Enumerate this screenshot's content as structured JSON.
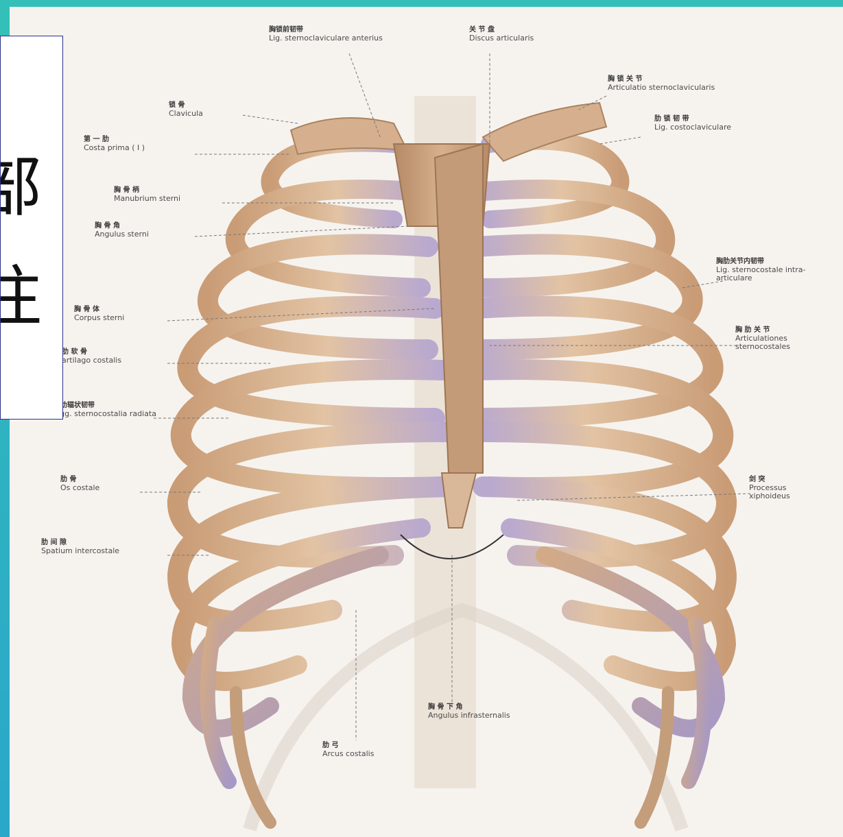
{
  "title_box": {
    "line1": "部",
    "line2": "注"
  },
  "labels_left": [
    {
      "zh": "锁 骨",
      "la": "Clavicula"
    },
    {
      "zh": "第 一 肋",
      "la": "Costa prima ( I )"
    },
    {
      "zh": "胸 骨 柄",
      "la": "Manubrium sterni"
    },
    {
      "zh": "胸 骨 角",
      "la": "Angulus sterni"
    },
    {
      "zh": "胸 骨 体",
      "la": "Corpus sterni"
    },
    {
      "zh": "肋 软 骨",
      "la": "artilago costalis"
    },
    {
      "zh": "胸肋辐状韧带",
      "la": "Ligg. sternocostalia radiata"
    },
    {
      "zh": "肋 骨",
      "la": "Os costale"
    },
    {
      "zh": "肋 间 隙",
      "la": "Spatium intercostale"
    }
  ],
  "labels_top": [
    {
      "zh": "胸锁前韧带",
      "la": "Lig. sternoclaviculare anterius"
    },
    {
      "zh": "关 节 盘",
      "la": "Discus articularis"
    }
  ],
  "labels_right": [
    {
      "zh": "胸 锁 关 节",
      "la": "Articulatio sternoclavicularis"
    },
    {
      "zh": "肋 锁 韧 带",
      "la": "Lig. costoclaviculare"
    },
    {
      "zh": "胸肋关节内韧带",
      "la": "Lig. sternocostale intra-articulare"
    },
    {
      "zh": "胸 肋 关 节",
      "la": "Articulationes sternocostales"
    },
    {
      "zh": "剑 突",
      "la": "Processus xiphoideus"
    }
  ],
  "labels_bottom": [
    {
      "zh": "胸 骨 下 角",
      "la": "Angulus infrasternalis"
    },
    {
      "zh": "肋 弓",
      "la": "Arcus costalis"
    }
  ],
  "colors": {
    "bone": "#d9b48f",
    "bone_shadow": "#b98e6a",
    "cartilage": "#b9a9c9",
    "sternum": "#c9a07e",
    "background": "#f6f3ef",
    "frame": "#2fb3b3"
  }
}
